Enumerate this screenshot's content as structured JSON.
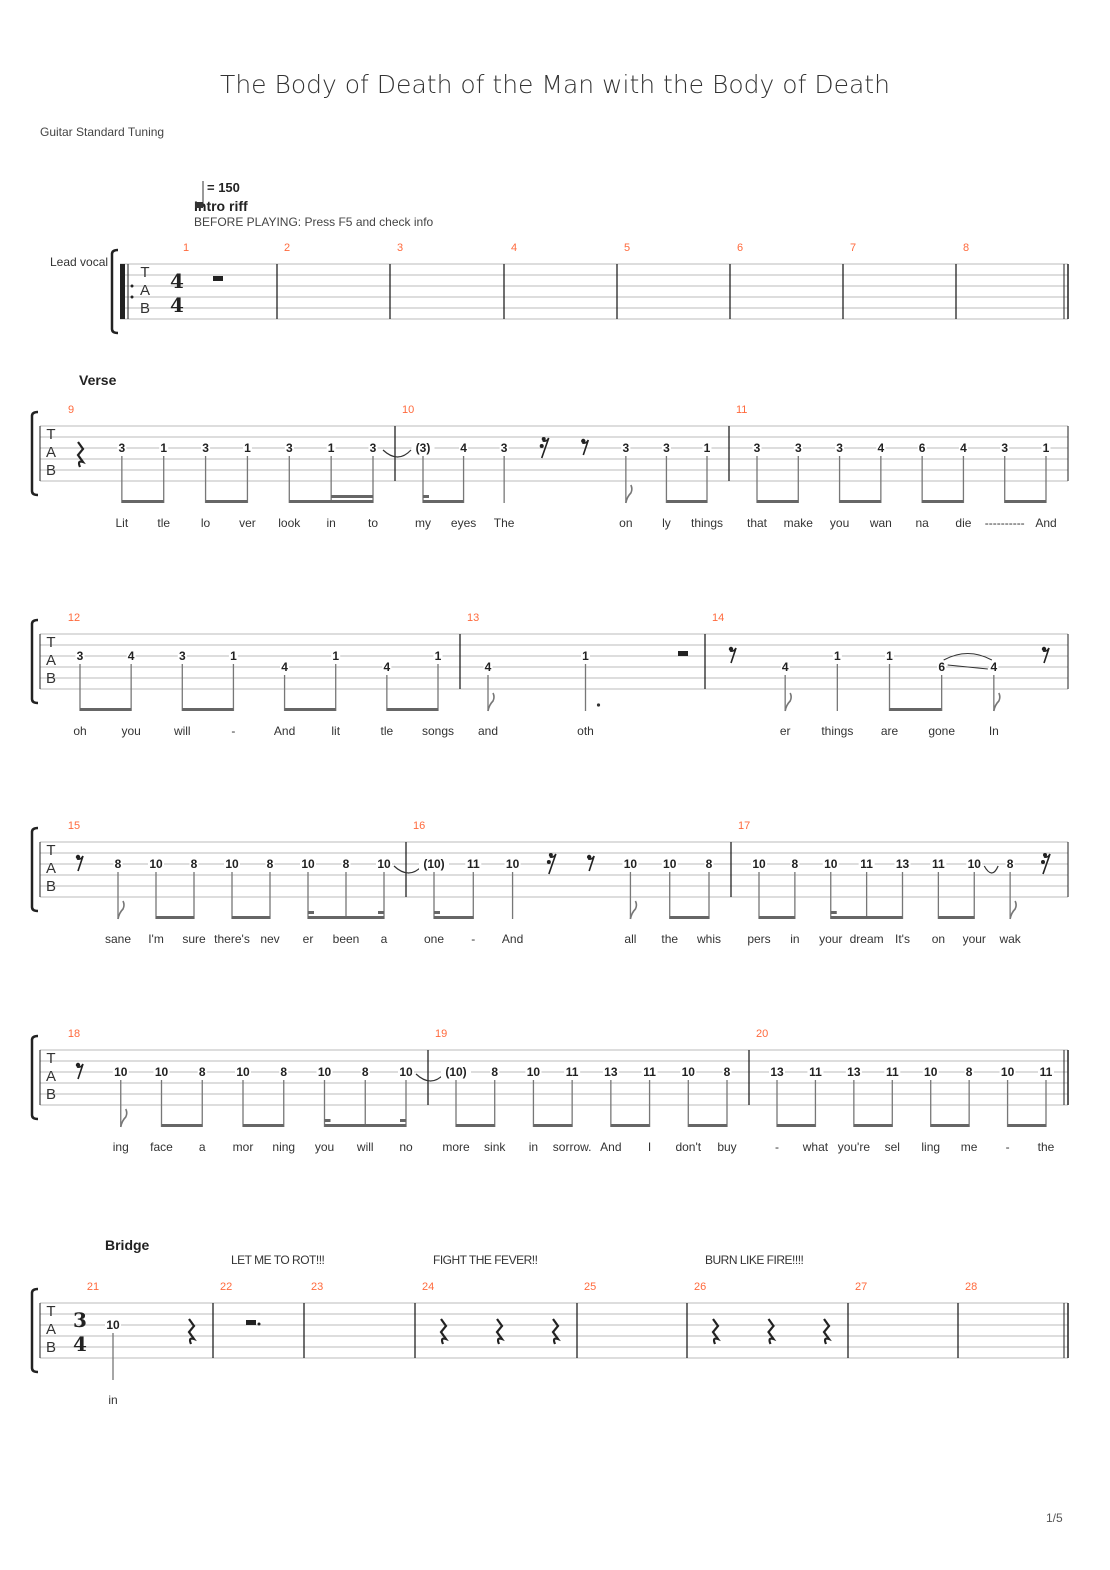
{
  "title": "The Body of Death of the Man with the Body of Death",
  "tuning": "Guitar Standard Tuning",
  "tempo": {
    "label": "= 150",
    "bpm": 150
  },
  "intro_marker": "Intro riff",
  "instruction": "BEFORE PLAYING: Press F5 and check info",
  "track_name": "Lead vocal",
  "tab_clef": [
    "T",
    "A",
    "B"
  ],
  "page": "1/5",
  "colors": {
    "measure_number": "#ff6a3d",
    "staff_line": "#bbbbbb",
    "text": "#333333"
  },
  "systems": [
    {
      "section": "",
      "timesig": [
        "4",
        "4"
      ],
      "repeat_start": true,
      "final": true,
      "measures": [
        {
          "n": "1",
          "ev": [
            {
              "r": "w"
            }
          ]
        },
        {
          "n": "2",
          "ev": []
        },
        {
          "n": "3",
          "ev": []
        },
        {
          "n": "4",
          "ev": []
        },
        {
          "n": "5",
          "ev": []
        },
        {
          "n": "6",
          "ev": []
        },
        {
          "n": "7",
          "ev": []
        },
        {
          "n": "8",
          "ev": []
        }
      ]
    },
    {
      "section": "Verse",
      "measures": [
        {
          "n": "9",
          "ev": [
            {
              "r": 4
            },
            {
              "f": "3",
              "s": 3,
              "d": 8,
              "g": 1,
              "l": "Lit"
            },
            {
              "f": "1",
              "s": 3,
              "d": 8,
              "g": 1,
              "l": "tle"
            },
            {
              "f": "3",
              "s": 3,
              "d": 8,
              "g": 2,
              "l": "lo"
            },
            {
              "f": "1",
              "s": 3,
              "d": 8,
              "g": 2,
              "l": "ver"
            },
            {
              "f": "3",
              "s": 3,
              "d": 8,
              "g": 3,
              "l": "look"
            },
            {
              "f": "1",
              "s": 3,
              "d": 16,
              "g": 3,
              "l": "in"
            },
            {
              "f": "3",
              "s": 3,
              "d": 16,
              "g": 3,
              "l": "to",
              "tie": true
            }
          ]
        },
        {
          "n": "10",
          "ev": [
            {
              "f": "(3)",
              "s": 3,
              "d": 16,
              "g": 1,
              "l": "my"
            },
            {
              "f": "4",
              "s": 3,
              "d": 8,
              "g": 1,
              "l": "eyes"
            },
            {
              "f": "3",
              "s": 3,
              "d": 4,
              "l": "The"
            },
            {
              "r": 16
            },
            {
              "r": 8
            },
            {
              "f": "3",
              "s": 3,
              "d": 8,
              "l": "on"
            },
            {
              "f": "3",
              "s": 3,
              "d": 8,
              "g": 2,
              "l": "ly"
            },
            {
              "f": "1",
              "s": 3,
              "d": 8,
              "g": 2,
              "l": "things"
            }
          ]
        },
        {
          "n": "11",
          "ev": [
            {
              "f": "3",
              "s": 3,
              "d": 8,
              "g": 1,
              "l": "that"
            },
            {
              "f": "3",
              "s": 3,
              "d": 8,
              "g": 1,
              "l": "make"
            },
            {
              "f": "3",
              "s": 3,
              "d": 8,
              "g": 2,
              "l": "you"
            },
            {
              "f": "4",
              "s": 3,
              "d": 8,
              "g": 2,
              "l": "wan"
            },
            {
              "f": "6",
              "s": 3,
              "d": 8,
              "g": 3,
              "l": "na"
            },
            {
              "f": "4",
              "s": 3,
              "d": 8,
              "g": 3,
              "l": "die"
            },
            {
              "f": "3",
              "s": 3,
              "d": 8,
              "g": 4,
              "l": "----------"
            },
            {
              "f": "1",
              "s": 3,
              "d": 8,
              "g": 4,
              "l": "And"
            }
          ]
        }
      ]
    },
    {
      "section": "",
      "measures": [
        {
          "n": "12",
          "ev": [
            {
              "f": "3",
              "s": 3,
              "d": 8,
              "g": 1,
              "l": "oh"
            },
            {
              "f": "4",
              "s": 3,
              "d": 8,
              "g": 1,
              "l": "you"
            },
            {
              "f": "3",
              "s": 3,
              "d": 8,
              "g": 2,
              "l": "will"
            },
            {
              "f": "1",
              "s": 3,
              "d": 8,
              "g": 2,
              "l": "-"
            },
            {
              "f": "4",
              "s": 4,
              "d": 8,
              "g": 3,
              "l": "And"
            },
            {
              "f": "1",
              "s": 3,
              "d": 8,
              "g": 3,
              "l": "lit"
            },
            {
              "f": "4",
              "s": 4,
              "d": 8,
              "g": 4,
              "l": "tle"
            },
            {
              "f": "1",
              "s": 3,
              "d": 8,
              "g": 4,
              "l": "songs"
            }
          ]
        },
        {
          "n": "13",
          "ev": [
            {
              "f": "4",
              "s": 4,
              "d": 8,
              "l": "and"
            },
            {
              "f": "1",
              "s": 3,
              "d": 4,
              "dot": true,
              "l": "oth"
            },
            {
              "r": 2
            }
          ]
        },
        {
          "n": "14",
          "ev": [
            {
              "r": 8
            },
            {
              "f": "4",
              "s": 4,
              "d": 8,
              "l": "er"
            },
            {
              "f": "1",
              "s": 3,
              "d": 4,
              "l": "things"
            },
            {
              "f": "1",
              "s": 3,
              "d": 8,
              "g": 1,
              "l": "are"
            },
            {
              "f": "6",
              "s": 4,
              "d": 8,
              "g": 1,
              "l": "gone",
              "slide": true
            },
            {
              "f": "4",
              "s": 4,
              "d": 8,
              "l": "In"
            },
            {
              "r": 8
            }
          ]
        }
      ]
    },
    {
      "section": "",
      "measures": [
        {
          "n": "15",
          "ev": [
            {
              "r": 8
            },
            {
              "f": "8",
              "s": 3,
              "d": 8,
              "l": "sane"
            },
            {
              "f": "10",
              "s": 3,
              "d": 8,
              "g": 1,
              "l": "I'm"
            },
            {
              "f": "8",
              "s": 3,
              "d": 8,
              "g": 1,
              "l": "sure"
            },
            {
              "f": "10",
              "s": 3,
              "d": 8,
              "g": 2,
              "l": "there's"
            },
            {
              "f": "8",
              "s": 3,
              "d": 8,
              "g": 2,
              "l": "nev"
            },
            {
              "f": "10",
              "s": 3,
              "d": 16,
              "g": 3,
              "l": "er"
            },
            {
              "f": "8",
              "s": 3,
              "d": 8,
              "g": 3,
              "l": "been"
            },
            {
              "f": "10",
              "s": 3,
              "d": 16,
              "g": 3,
              "l": "a",
              "tie": true
            }
          ]
        },
        {
          "n": "16",
          "ev": [
            {
              "f": "(10)",
              "s": 3,
              "d": 16,
              "g": 1,
              "l": "one"
            },
            {
              "f": "11",
              "s": 3,
              "d": 8,
              "g": 1,
              "l": "-"
            },
            {
              "f": "10",
              "s": 3,
              "d": 4,
              "l": "And"
            },
            {
              "r": 16
            },
            {
              "r": 8
            },
            {
              "f": "10",
              "s": 3,
              "d": 8,
              "l": "all"
            },
            {
              "f": "10",
              "s": 3,
              "d": 8,
              "g": 2,
              "l": "the"
            },
            {
              "f": "8",
              "s": 3,
              "d": 8,
              "g": 2,
              "l": "whis"
            }
          ]
        },
        {
          "n": "17",
          "ev": [
            {
              "f": "10",
              "s": 3,
              "d": 8,
              "g": 1,
              "l": "pers"
            },
            {
              "f": "8",
              "s": 3,
              "d": 8,
              "g": 1,
              "l": "in"
            },
            {
              "f": "10",
              "s": 3,
              "d": 16,
              "g": 2,
              "l": "your"
            },
            {
              "f": "11",
              "s": 3,
              "d": 8,
              "g": 2,
              "l": "dream"
            },
            {
              "f": "13",
              "s": 3,
              "d": 8,
              "g": 2,
              "l": "It's"
            },
            {
              "f": "11",
              "s": 3,
              "d": 8,
              "g": 3,
              "l": "on"
            },
            {
              "f": "10",
              "s": 3,
              "d": 8,
              "g": 3,
              "l": "your",
              "tie": true
            },
            {
              "f": "8",
              "s": 3,
              "d": 8,
              "l": "wak"
            },
            {
              "r": 16
            }
          ]
        }
      ]
    },
    {
      "section": "",
      "final": true,
      "measures": [
        {
          "n": "18",
          "ev": [
            {
              "r": 8
            },
            {
              "f": "10",
              "s": 3,
              "d": 8,
              "l": "ing"
            },
            {
              "f": "10",
              "s": 3,
              "d": 8,
              "g": 1,
              "l": "face"
            },
            {
              "f": "8",
              "s": 3,
              "d": 8,
              "g": 1,
              "l": "a"
            },
            {
              "f": "10",
              "s": 3,
              "d": 8,
              "g": 2,
              "l": "mor"
            },
            {
              "f": "8",
              "s": 3,
              "d": 8,
              "g": 2,
              "l": "ning"
            },
            {
              "f": "10",
              "s": 3,
              "d": 16,
              "g": 3,
              "l": "you"
            },
            {
              "f": "8",
              "s": 3,
              "d": 8,
              "g": 3,
              "l": "will"
            },
            {
              "f": "10",
              "s": 3,
              "d": 16,
              "g": 3,
              "l": "no",
              "tie": true
            }
          ]
        },
        {
          "n": "19",
          "ev": [
            {
              "f": "(10)",
              "s": 3,
              "d": 8,
              "g": 1,
              "l": "more"
            },
            {
              "f": "8",
              "s": 3,
              "d": 8,
              "g": 1,
              "l": "sink"
            },
            {
              "f": "10",
              "s": 3,
              "d": 8,
              "g": 2,
              "l": "in"
            },
            {
              "f": "11",
              "s": 3,
              "d": 8,
              "g": 2,
              "l": "sorrow."
            },
            {
              "f": "13",
              "s": 3,
              "d": 8,
              "g": 3,
              "l": "And"
            },
            {
              "f": "11",
              "s": 3,
              "d": 8,
              "g": 3,
              "l": "I"
            },
            {
              "f": "10",
              "s": 3,
              "d": 8,
              "g": 4,
              "l": "don't"
            },
            {
              "f": "8",
              "s": 3,
              "d": 8,
              "g": 4,
              "l": "buy"
            }
          ]
        },
        {
          "n": "20",
          "ev": [
            {
              "f": "13",
              "s": 3,
              "d": 8,
              "g": 1,
              "l": "-"
            },
            {
              "f": "11",
              "s": 3,
              "d": 8,
              "g": 1,
              "l": "what"
            },
            {
              "f": "13",
              "s": 3,
              "d": 8,
              "g": 2,
              "l": "you're"
            },
            {
              "f": "11",
              "s": 3,
              "d": 8,
              "g": 2,
              "l": "sel"
            },
            {
              "f": "10",
              "s": 3,
              "d": 8,
              "g": 3,
              "l": "ling"
            },
            {
              "f": "8",
              "s": 3,
              "d": 8,
              "g": 3,
              "l": "me"
            },
            {
              "f": "10",
              "s": 3,
              "d": 8,
              "g": 4,
              "l": "-"
            },
            {
              "f": "11",
              "s": 3,
              "d": 8,
              "g": 4,
              "l": "the"
            }
          ]
        }
      ]
    },
    {
      "section": "Bridge",
      "timesig": [
        "3",
        "4"
      ],
      "final": true,
      "measures": [
        {
          "n": "21",
          "ev": [
            {
              "f": "10",
              "s": 3,
              "d": 4,
              "l": "in"
            },
            {
              "r": 4
            }
          ]
        },
        {
          "n": "22",
          "above": "LET ME TO ROT!!!",
          "ev": [
            {
              "r": "dh"
            }
          ]
        },
        {
          "n": "23",
          "ev": []
        },
        {
          "n": "24",
          "above": "FIGHT THE FEVER!!",
          "ev": [
            {
              "r": 4
            },
            {
              "r": 4
            },
            {
              "r": 4
            }
          ]
        },
        {
          "n": "25",
          "ev": []
        },
        {
          "n": "26",
          "above": "BURN LIKE FIRE!!!!",
          "ev": [
            {
              "r": 4
            },
            {
              "r": 4
            },
            {
              "r": 4
            }
          ]
        },
        {
          "n": "27",
          "ev": []
        },
        {
          "n": "28",
          "ev": []
        }
      ]
    }
  ]
}
